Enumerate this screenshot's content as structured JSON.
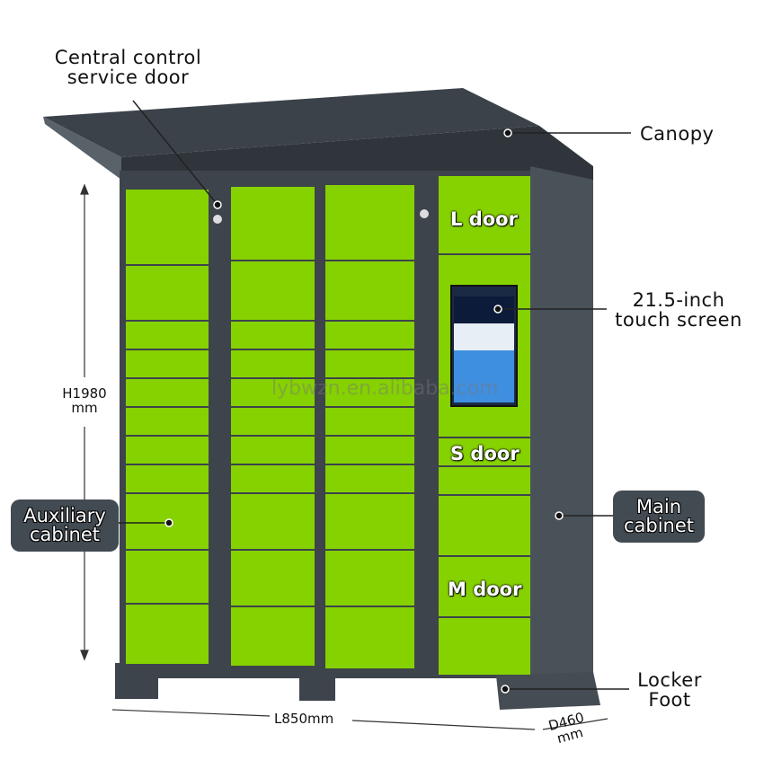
{
  "labels": {
    "service_door": "Central control\nservice door",
    "canopy": "Canopy",
    "l_door": "L door",
    "touch_screen": "21.5-inch\ntouch screen",
    "s_door": "S door",
    "m_door": "M door",
    "main_cabinet": "Main\ncabinet",
    "auxiliary_cabinet": "Auxiliary\ncabinet",
    "locker_foot": "Locker\nFoot"
  },
  "dimensions": {
    "height": "H1980\nmm",
    "length": "L850mm",
    "depth": "D460\nmm"
  },
  "watermark": "lybwzn.en.alibaba.com",
  "colors": {
    "door_green": "#86d100",
    "cabinet_gray": "#3d444b",
    "label_box": "#424a52"
  }
}
